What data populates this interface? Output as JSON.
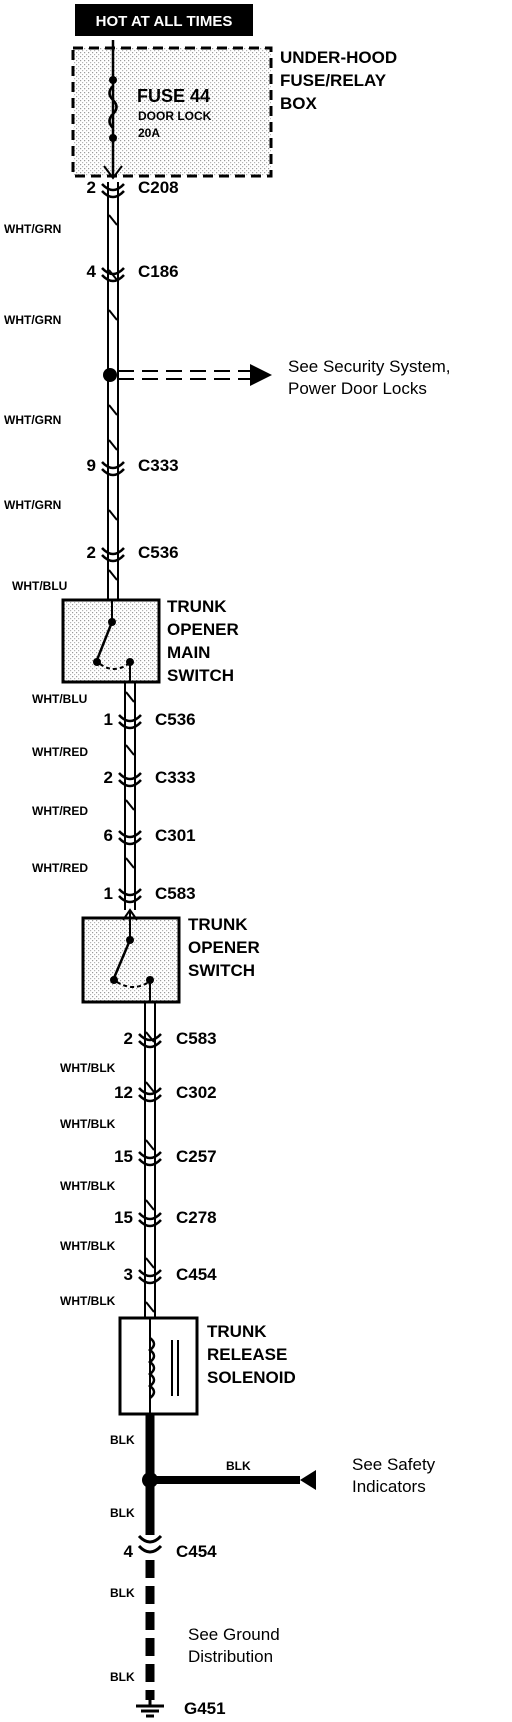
{
  "header": {
    "label": "HOT AT ALL TIMES"
  },
  "fuse_box": {
    "title_lines": [
      "UNDER-HOOD",
      "FUSE/RELAY",
      "BOX"
    ],
    "fuse_name": "FUSE 44",
    "fuse_desc": "DOOR LOCK",
    "fuse_rating": "20A"
  },
  "connectors": [
    {
      "pin": "2",
      "name": "C208"
    },
    {
      "pin": "4",
      "name": "C186"
    },
    {
      "pin": "9",
      "name": "C333"
    },
    {
      "pin": "2",
      "name": "C536"
    },
    {
      "pin": "1",
      "name": "C536"
    },
    {
      "pin": "2",
      "name": "C333"
    },
    {
      "pin": "6",
      "name": "C301"
    },
    {
      "pin": "1",
      "name": "C583"
    },
    {
      "pin": "2",
      "name": "C583"
    },
    {
      "pin": "12",
      "name": "C302"
    },
    {
      "pin": "15",
      "name": "C257"
    },
    {
      "pin": "15",
      "name": "C278"
    },
    {
      "pin": "3",
      "name": "C454"
    },
    {
      "pin": "4",
      "name": "C454"
    }
  ],
  "wires": [
    "WHT/GRN",
    "WHT/GRN",
    "WHT/GRN",
    "WHT/GRN",
    "WHT/BLU",
    "WHT/BLU",
    "WHT/RED",
    "WHT/RED",
    "WHT/RED",
    "WHT/BLK",
    "WHT/BLK",
    "WHT/BLK",
    "WHT/BLK",
    "WHT/BLK",
    "BLK",
    "BLK",
    "BLK",
    "BLK",
    "BLK"
  ],
  "components": {
    "main_switch": [
      "TRUNK",
      "OPENER",
      "MAIN",
      "SWITCH"
    ],
    "opener_switch": [
      "TRUNK",
      "OPENER",
      "SWITCH"
    ],
    "solenoid": [
      "TRUNK",
      "RELEASE",
      "SOLENOID"
    ]
  },
  "references": {
    "security": [
      "See Security System,",
      "Power Door Locks"
    ],
    "safety": [
      "See Safety",
      "Indicators"
    ],
    "ground": [
      "See Ground",
      "Distribution"
    ]
  },
  "ground": {
    "name": "G451"
  }
}
